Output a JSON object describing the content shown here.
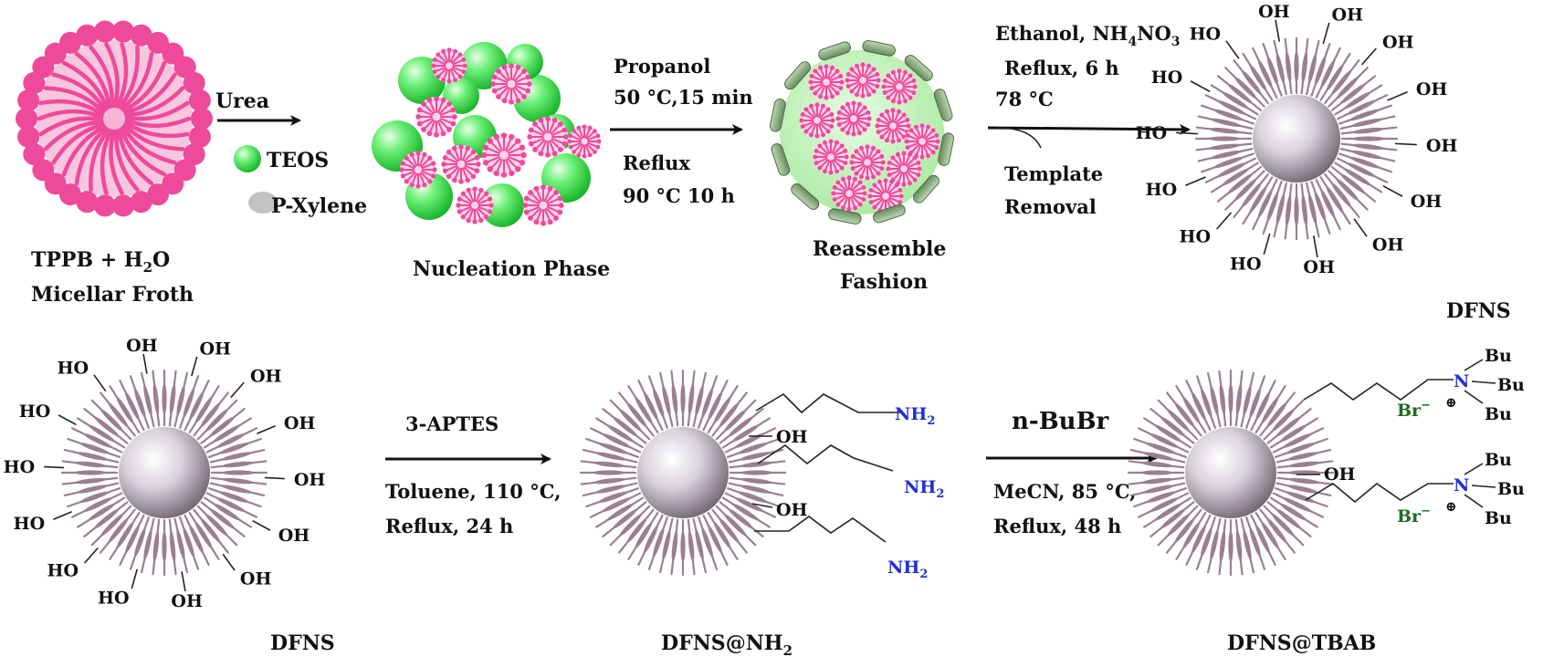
{
  "colors": {
    "micelle": "#ee4a9b",
    "micelle_core": "#f8c6df",
    "teos_sphere": "#3ddc4a",
    "shell_green": "#c9f3c4",
    "silica_core": "#c9c0cc",
    "fiber": "#9a7f92",
    "amine_blue": "#1e2fd6",
    "bromide_green": "#1d6b1d"
  },
  "icons": [
    "micelle-icon",
    "teos-sphere-icon",
    "nucleation-cluster-icon",
    "reassembled-shell-icon",
    "dfns-sphere-icon",
    "arrow-icon"
  ],
  "step1": {
    "arrow_top": "Urea",
    "teos": "TEOS",
    "xylene": "P-Xylene",
    "caption_line1_prefix": "TPPB + H",
    "caption_line1_sub": "2",
    "caption_line1_suffix": "O",
    "caption_line2": "Micellar Froth"
  },
  "step2": {
    "caption": "Nucleation Phase",
    "cond_top1": "Propanol",
    "cond_top2": "50 °C,15 min",
    "cond_bot1": "Reflux",
    "cond_bot2": "90 °C 10 h"
  },
  "step3": {
    "caption_line1": "Reassemble",
    "caption_line2": "Fashion",
    "cond_top1_prefix": "Ethanol, NH",
    "cond_top1_sub1": "4",
    "cond_top1_mid": "NO",
    "cond_top1_sub2": "3",
    "cond_top2": "Reflux, 6 h",
    "cond_top3": "78 °C",
    "cond_bot1": "Template",
    "cond_bot2": "Removal"
  },
  "dfns_top": {
    "caption": "DFNS",
    "hydroxyl": "OH",
    "hydroxyl_left": "HO"
  },
  "row2": {
    "dfns_caption": "DFNS",
    "step4_top": "3-APTES",
    "step4_bot1": "Toluene, 110 °C,",
    "step4_bot2": "Reflux, 24 h",
    "amine_prefix": "NH",
    "amine_sub": "2",
    "oh": "OH",
    "nh2_caption_prefix": "DFNS@NH",
    "nh2_caption_sub": "2",
    "step5_top": "n-BuBr",
    "step5_bot1": "MeCN, 85 °C,",
    "step5_bot2": "Reflux, 48 h",
    "tbab_caption": "DFNS@TBAB",
    "bu": "Bu",
    "nitrogen": "N",
    "bromide_prefix": "Br",
    "bromide_sup": "−",
    "plus": "⊕"
  }
}
